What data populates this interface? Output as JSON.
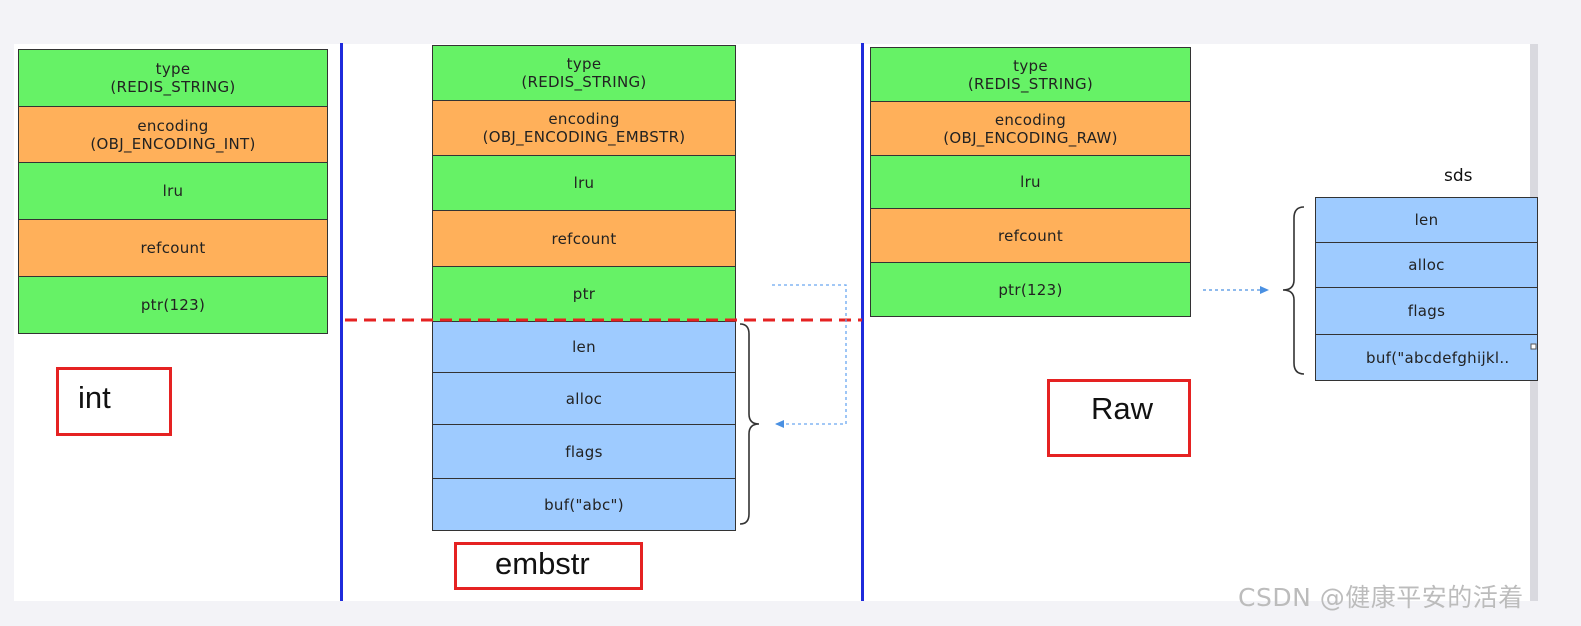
{
  "diagrams": {
    "int": {
      "label": "int",
      "cells": [
        {
          "text": "type\n(REDIS_STRING)",
          "color": "green"
        },
        {
          "text": "encoding\n(OBJ_ENCODING_INT)",
          "color": "orange"
        },
        {
          "text": "lru",
          "color": "green"
        },
        {
          "text": "refcount",
          "color": "orange"
        },
        {
          "text": "ptr(123)",
          "color": "green"
        }
      ]
    },
    "embstr": {
      "label": "embstr",
      "cells": [
        {
          "text": "type\n(REDIS_STRING)",
          "color": "green"
        },
        {
          "text": "encoding\n(OBJ_ENCODING_EMBSTR)",
          "color": "orange"
        },
        {
          "text": "lru",
          "color": "green"
        },
        {
          "text": "refcount",
          "color": "orange"
        },
        {
          "text": "ptr",
          "color": "green"
        },
        {
          "text": "len",
          "color": "blue"
        },
        {
          "text": "alloc",
          "color": "blue"
        },
        {
          "text": "flags",
          "color": "blue"
        },
        {
          "text": "buf(\"abc\")",
          "color": "blue"
        }
      ]
    },
    "raw": {
      "label": "Raw",
      "cells": [
        {
          "text": "type\n(REDIS_STRING)",
          "color": "green"
        },
        {
          "text": "encoding\n(OBJ_ENCODING_RAW)",
          "color": "orange"
        },
        {
          "text": "lru",
          "color": "green"
        },
        {
          "text": "refcount",
          "color": "orange"
        },
        {
          "text": "ptr(123)",
          "color": "green"
        }
      ],
      "sds": {
        "title": "sds",
        "cells": [
          {
            "text": "len",
            "color": "blue"
          },
          {
            "text": "alloc",
            "color": "blue"
          },
          {
            "text": "flags",
            "color": "blue"
          },
          {
            "text": "buf(\"abcdefghijkl..",
            "color": "blue"
          }
        ]
      }
    }
  },
  "colors": {
    "green": "#66f266",
    "orange": "#ffb05a",
    "blue": "#9ecbff",
    "divider": "#1f2bdc",
    "label_border": "#e52222",
    "dashed_line": "#e52222",
    "arrow": "#4a90e2"
  },
  "watermark": "CSDN @健康平安的活着"
}
